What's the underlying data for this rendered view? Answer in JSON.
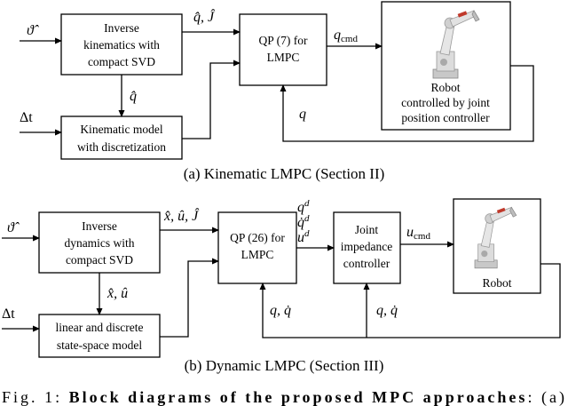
{
  "panel_a": {
    "blocks": {
      "inverse_kinematics": [
        "Inverse",
        "kinematics with",
        "compact SVD"
      ],
      "kinematic_model": [
        "Kinematic model",
        "with discretization"
      ],
      "qp": [
        "QP (7) for",
        "LMPC"
      ],
      "robot": [
        "Robot",
        "controlled by joint",
        "position controller"
      ]
    },
    "signals": {
      "input_theta": "ϑ̂",
      "input_dt": "Δt",
      "q_hat": "q̂",
      "q_hat_J_hat": "q̂, Ĵ",
      "q_cmd": "q",
      "q_cmd_sub": "cmd",
      "q_feedback": "q"
    },
    "caption": "(a) Kinematic LMPC (Section II)"
  },
  "panel_b": {
    "blocks": {
      "inverse_dynamics": [
        "Inverse",
        "dynamics with",
        "compact SVD"
      ],
      "state_space": [
        "linear and discrete",
        "state-space model"
      ],
      "qp": [
        "QP (26) for",
        "LMPC"
      ],
      "joint_impedance": [
        "Joint",
        "impedance",
        "controller"
      ],
      "robot": [
        "Robot"
      ]
    },
    "signals": {
      "input_theta": "ϑ̂",
      "input_dt": "Δt",
      "x_hat_u_hat": "x̂, û",
      "x_u_J_hat": "x̂, û, Ĵ",
      "qd": "q",
      "qd_dot": "q̇",
      "ud": "u",
      "d_sup": "d",
      "u_cmd": "u",
      "u_cmd_sub": "cmd",
      "q_qdot_left": "q, q̇",
      "q_qdot_right": "q, q̇"
    },
    "caption": "(b) Dynamic LMPC (Section III)"
  },
  "figure_caption": {
    "prefix": "Fig. 1: ",
    "bold": "Block diagrams of the proposed MPC approaches",
    "suffix": ": (a)"
  }
}
